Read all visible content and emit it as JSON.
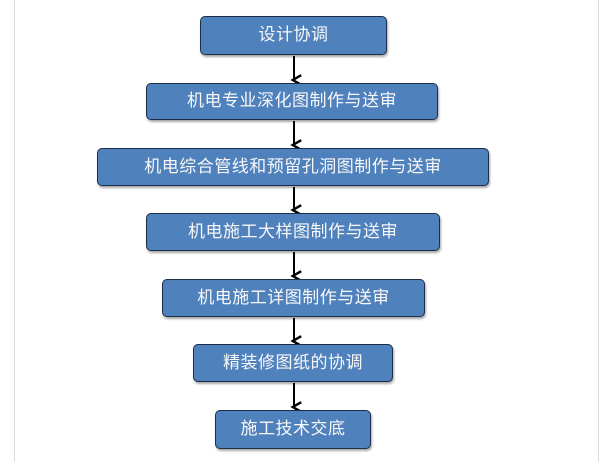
{
  "flowchart": {
    "steps": [
      {
        "id": "step-1",
        "label": "设计协调"
      },
      {
        "id": "step-2",
        "label": "机电专业深化图制作与送审"
      },
      {
        "id": "step-3",
        "label": "机电综合管线和预留孔洞图制作与送审"
      },
      {
        "id": "step-4",
        "label": "机电施工大样图制作与送审"
      },
      {
        "id": "step-5",
        "label": "机电施工详图制作与送审"
      },
      {
        "id": "step-6",
        "label": "精装修图纸的协调"
      },
      {
        "id": "step-7",
        "label": "施工技术交底"
      }
    ],
    "colors": {
      "box_fill": "#4f81bd",
      "box_border": "#1c2f4a",
      "box_text": "#f8f8f8",
      "arrow": "#000000"
    }
  }
}
